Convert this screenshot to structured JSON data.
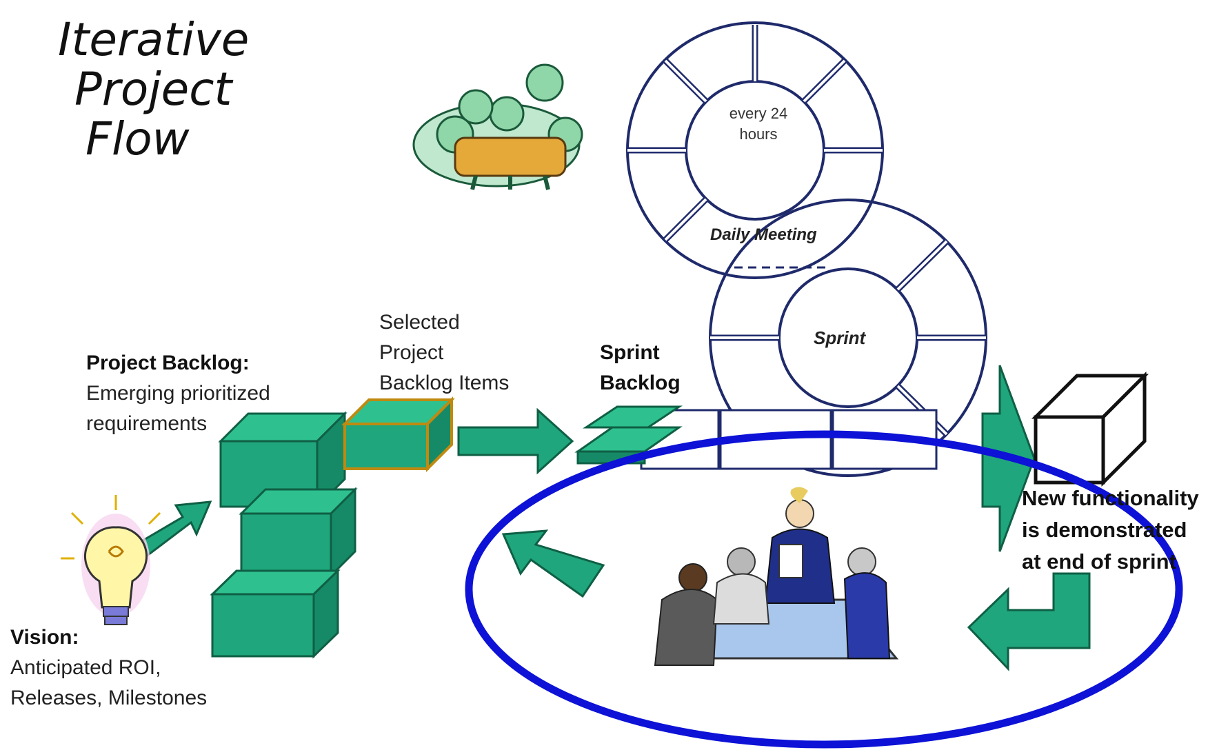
{
  "title": {
    "line1": "Iterative",
    "line2": "Project",
    "line3": "Flow"
  },
  "daily_ring": {
    "inner_line1": "every 24",
    "inner_line2": "hours",
    "label": "Daily Meeting"
  },
  "sprint_ring": {
    "label": "Sprint"
  },
  "project_backlog": {
    "heading": "Project Backlog:",
    "line1": "Emerging prioritized",
    "line2": "requirements"
  },
  "selected_items": {
    "line1": "Selected",
    "line2": "Project",
    "line3": "Backlog Items"
  },
  "sprint_backlog": {
    "line1": "Sprint",
    "line2": "Backlog"
  },
  "vision": {
    "heading": "Vision:",
    "line1": "Anticipated ROI,",
    "line2": "Releases, Milestones"
  },
  "new_functionality": {
    "line1": "New functionality",
    "line2": "is demonstrated",
    "line3": "at end of sprint"
  },
  "colors": {
    "teal": "#1fa67c",
    "teal_dark": "#0f5f45",
    "ring_stroke": "#1f2a6b",
    "highlight_ellipse": "#0d12d6"
  }
}
